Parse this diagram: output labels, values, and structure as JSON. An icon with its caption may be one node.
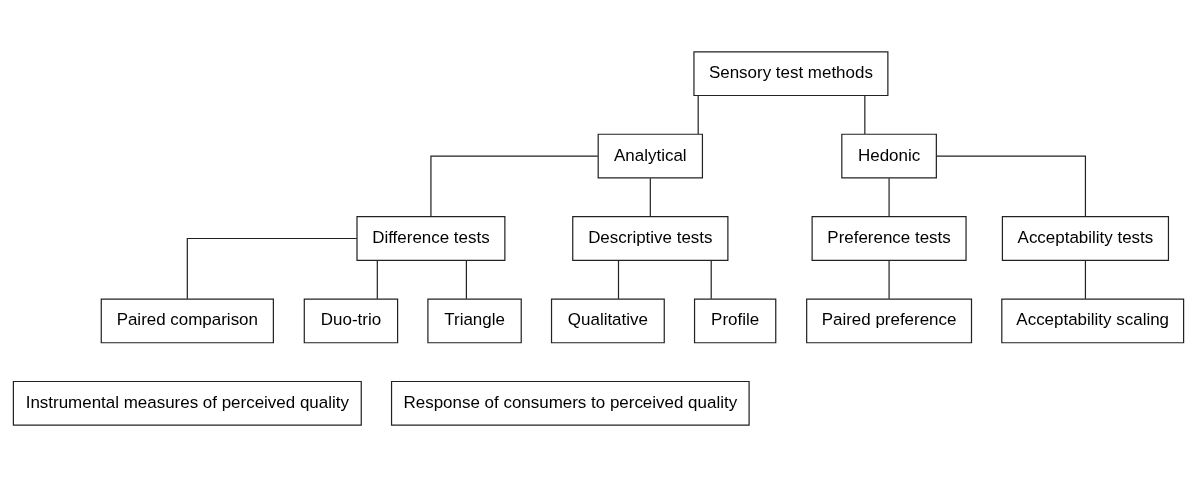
{
  "diagram": {
    "nodes": [
      {
        "text": [
          "Sensory test methods"
        ]
      },
      {
        "text": [
          "Analytical"
        ]
      },
      {
        "text": [
          "Hedonic"
        ]
      },
      {
        "text": [
          "Difference tests"
        ]
      },
      {
        "text": [
          "Descriptive tests"
        ]
      },
      {
        "text": [
          "Preference tests"
        ]
      },
      {
        "text": [
          "Acceptability tests"
        ]
      },
      {
        "text": [
          "Paired comparison"
        ]
      },
      {
        "text": [
          "Duo-trio"
        ]
      },
      {
        "text": [
          "Triangle"
        ]
      },
      {
        "text": [
          "Qualitative"
        ]
      },
      {
        "text": [
          "Profile"
        ]
      },
      {
        "text": [
          "Paired preference"
        ]
      },
      {
        "text": [
          "Acceptability scaling"
        ]
      },
      {
        "text": [
          "Instrumental measures of perceived quality"
        ]
      },
      {
        "text": [
          "Response of consumers to perceived quality"
        ]
      }
    ],
    "edges": [
      {
        "from": 0,
        "to": 1,
        "arrow": "none"
      },
      {
        "from": 0,
        "to": 2,
        "arrow": "none"
      },
      {
        "from": 1,
        "to": 3,
        "arrow": "none"
      },
      {
        "from": 1,
        "to": 4,
        "arrow": "none"
      },
      {
        "from": 2,
        "to": 5,
        "arrow": "none"
      },
      {
        "from": 2,
        "to": 6,
        "arrow": "none"
      },
      {
        "from": 3,
        "to": 7,
        "arrow": "none"
      },
      {
        "from": 3,
        "to": 8,
        "arrow": "none"
      },
      {
        "from": 3,
        "to": 9,
        "arrow": "none"
      },
      {
        "from": 4,
        "to": 10,
        "arrow": "none"
      },
      {
        "from": 4,
        "to": 11,
        "arrow": "none"
      },
      {
        "from": 5,
        "to": 12,
        "arrow": "none"
      },
      {
        "from": 6,
        "to": 13,
        "arrow": "none"
      }
    ]
  }
}
